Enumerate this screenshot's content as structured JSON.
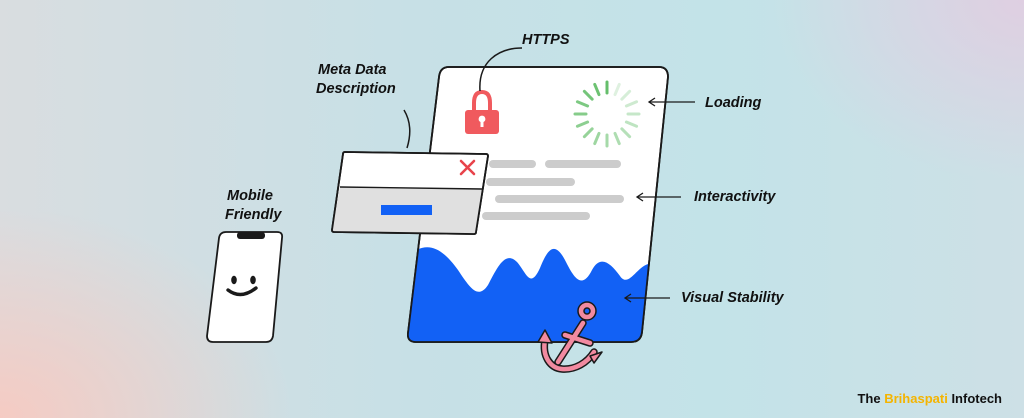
{
  "labels": {
    "https": "HTTPS",
    "meta_line1": "Meta Data",
    "meta_line2": "Description",
    "loading": "Loading",
    "interactivity": "Interactivity",
    "visual_stability": "Visual Stability",
    "mobile_line1": "Mobile",
    "mobile_line2": "Friendly"
  },
  "brand": {
    "prefix": "The",
    "highlight": "Brihaspati",
    "suffix": "Infotech"
  },
  "colors": {
    "wave_blue": "#1261f5",
    "lock_red": "#f05a5e",
    "close_red": "#e8434b",
    "spinner_green": "#5dbb63",
    "anchor_pink": "#f28aa0",
    "text_bar_gray": "#cccccc",
    "brand_yellow": "#f4b400"
  },
  "icons": [
    "lock-icon",
    "spinner-icon",
    "close-icon",
    "anchor-icon",
    "smiley-face-icon",
    "arrow-icon"
  ]
}
